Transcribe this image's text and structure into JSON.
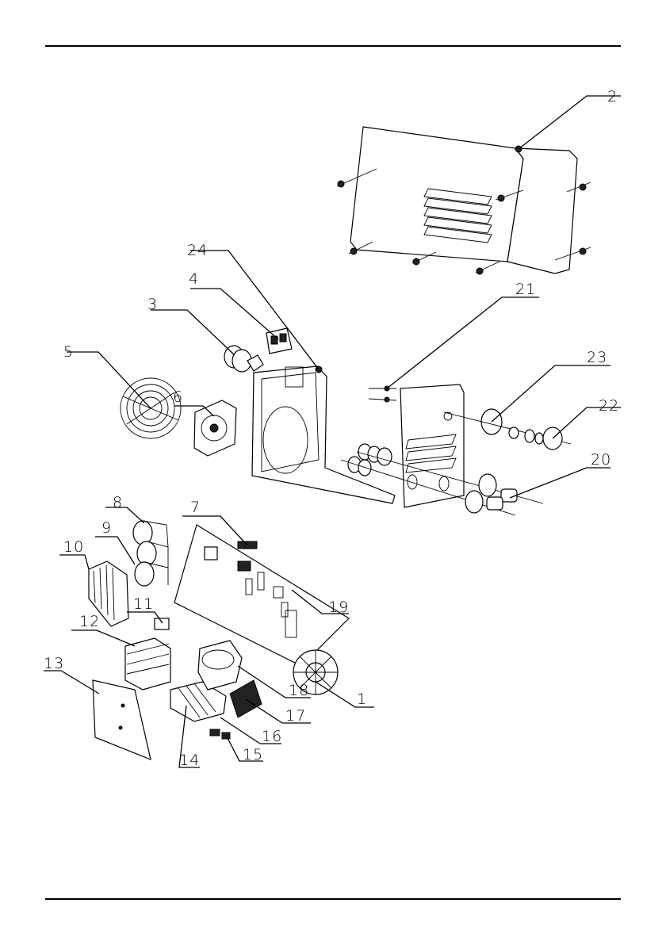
{
  "diagram": {
    "part_numbers": [
      "2",
      "24",
      "4",
      "21",
      "3",
      "5",
      "6",
      "23",
      "22",
      "20",
      "8",
      "7",
      "9",
      "10",
      "11",
      "19",
      "12",
      "18",
      "13",
      "1",
      "17",
      "16",
      "14",
      "15"
    ]
  }
}
